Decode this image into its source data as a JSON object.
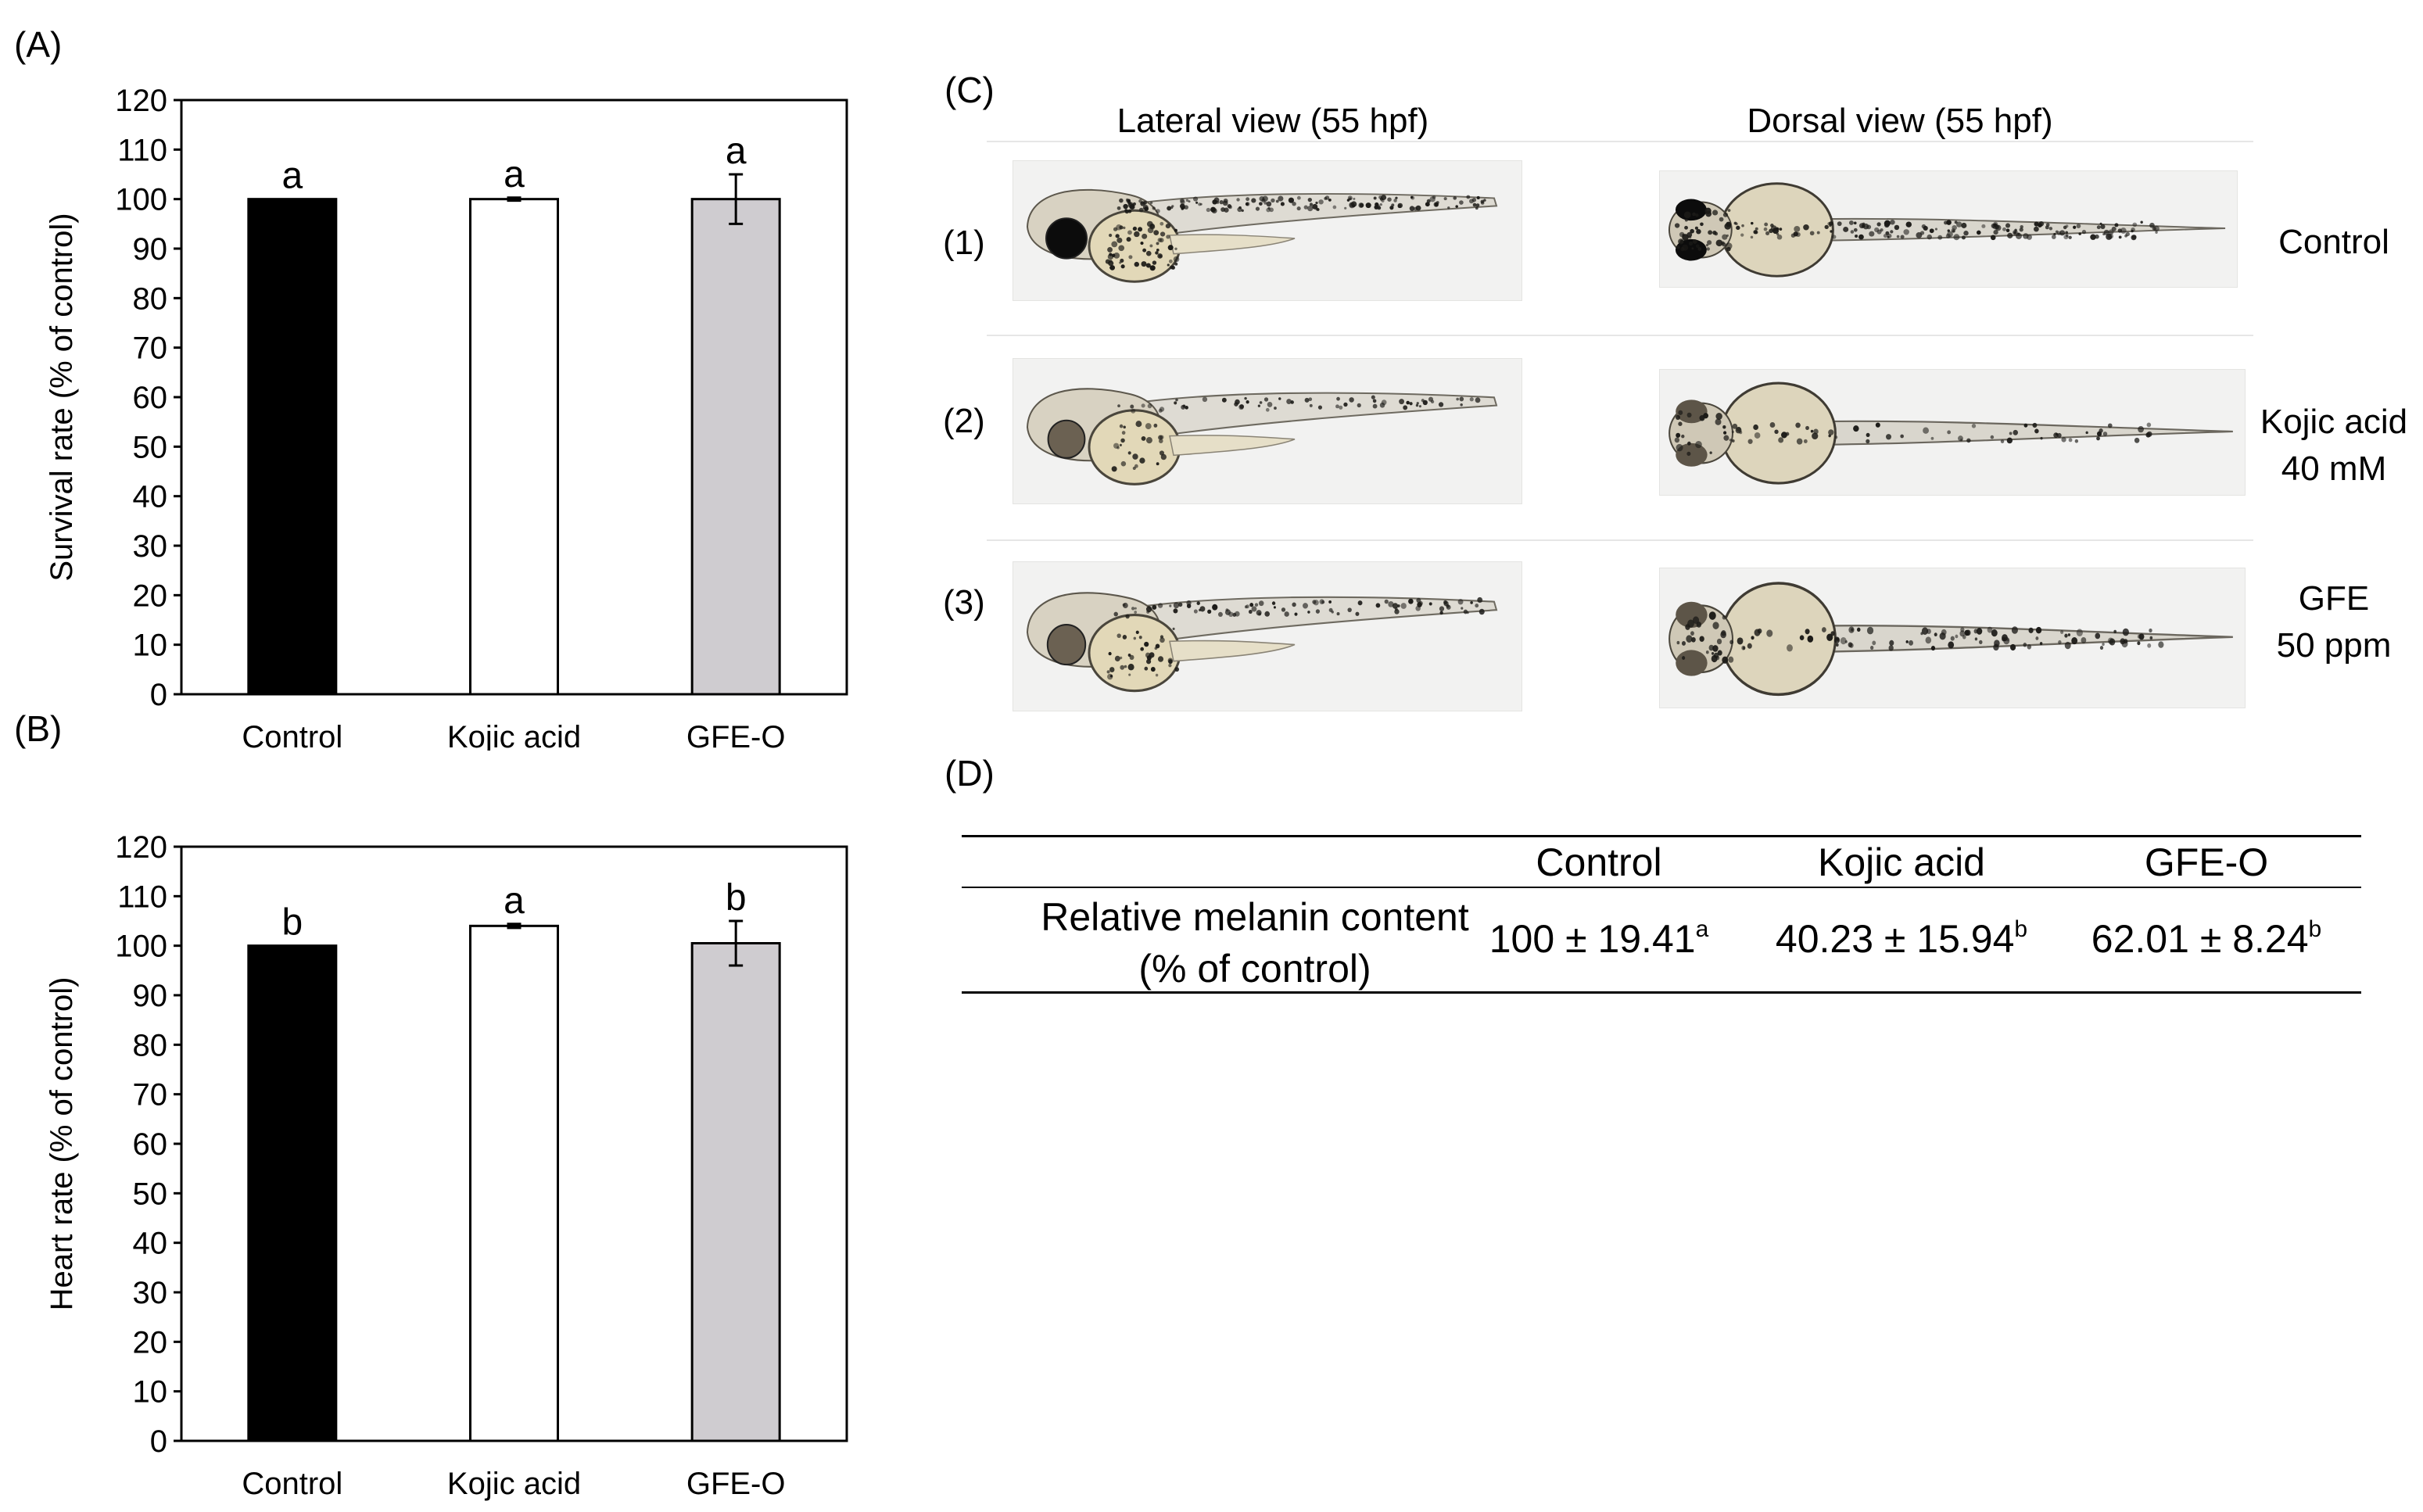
{
  "panels": {
    "a": "(A)",
    "b": "(B)",
    "c": "(C)",
    "d": "(D)"
  },
  "chart_data": [
    {
      "type": "bar",
      "ylabel": "Survival rate (% of control)",
      "categories": [
        "Control",
        "Kojic acid",
        "GFE-O"
      ],
      "values": [
        100,
        100,
        100
      ],
      "errors": [
        0,
        0.3,
        5
      ],
      "sig_letters": [
        "a",
        "a",
        "a"
      ],
      "colors": [
        "#000000",
        "#ffffff",
        "#cfccd0"
      ],
      "ylim": [
        0,
        120
      ],
      "yticks": [
        0,
        10,
        20,
        30,
        40,
        50,
        60,
        70,
        80,
        90,
        100,
        110,
        120
      ]
    },
    {
      "type": "bar",
      "ylabel": "Heart rate (% of control)",
      "categories": [
        "Control",
        "Kojic acid",
        "GFE-O"
      ],
      "values": [
        100,
        104,
        100.5
      ],
      "errors": [
        0,
        0.4,
        4.5
      ],
      "sig_letters": [
        "b",
        "a",
        "b"
      ],
      "colors": [
        "#000000",
        "#ffffff",
        "#cfccd0"
      ],
      "ylim": [
        0,
        120
      ],
      "yticks": [
        0,
        10,
        20,
        30,
        40,
        50,
        60,
        70,
        80,
        90,
        100,
        110,
        120
      ]
    }
  ],
  "images": {
    "lateral_title": "Lateral view (55 hpf)",
    "dorsal_title": "Dorsal view (55 hpf)",
    "rows": [
      {
        "index": "(1)",
        "line1": "Control",
        "line2": ""
      },
      {
        "index": "(2)",
        "line1": "Kojic acid",
        "line2": "40 mM"
      },
      {
        "index": "(3)",
        "line1": "GFE",
        "line2": "50 ppm"
      }
    ],
    "pigment": [
      1.0,
      0.35,
      0.55
    ]
  },
  "table": {
    "headers": [
      "Control",
      "Kojic acid",
      "GFE-O"
    ],
    "row_label_line1": "Relative melanin content",
    "row_label_line2": "(% of control)",
    "pm": "±",
    "cells": [
      {
        "mean": "100",
        "sd": "19.41",
        "letter": "a"
      },
      {
        "mean": "40.23",
        "sd": "15.94",
        "letter": "b"
      },
      {
        "mean": "62.01",
        "sd": "8.24",
        "letter": "b"
      }
    ]
  }
}
